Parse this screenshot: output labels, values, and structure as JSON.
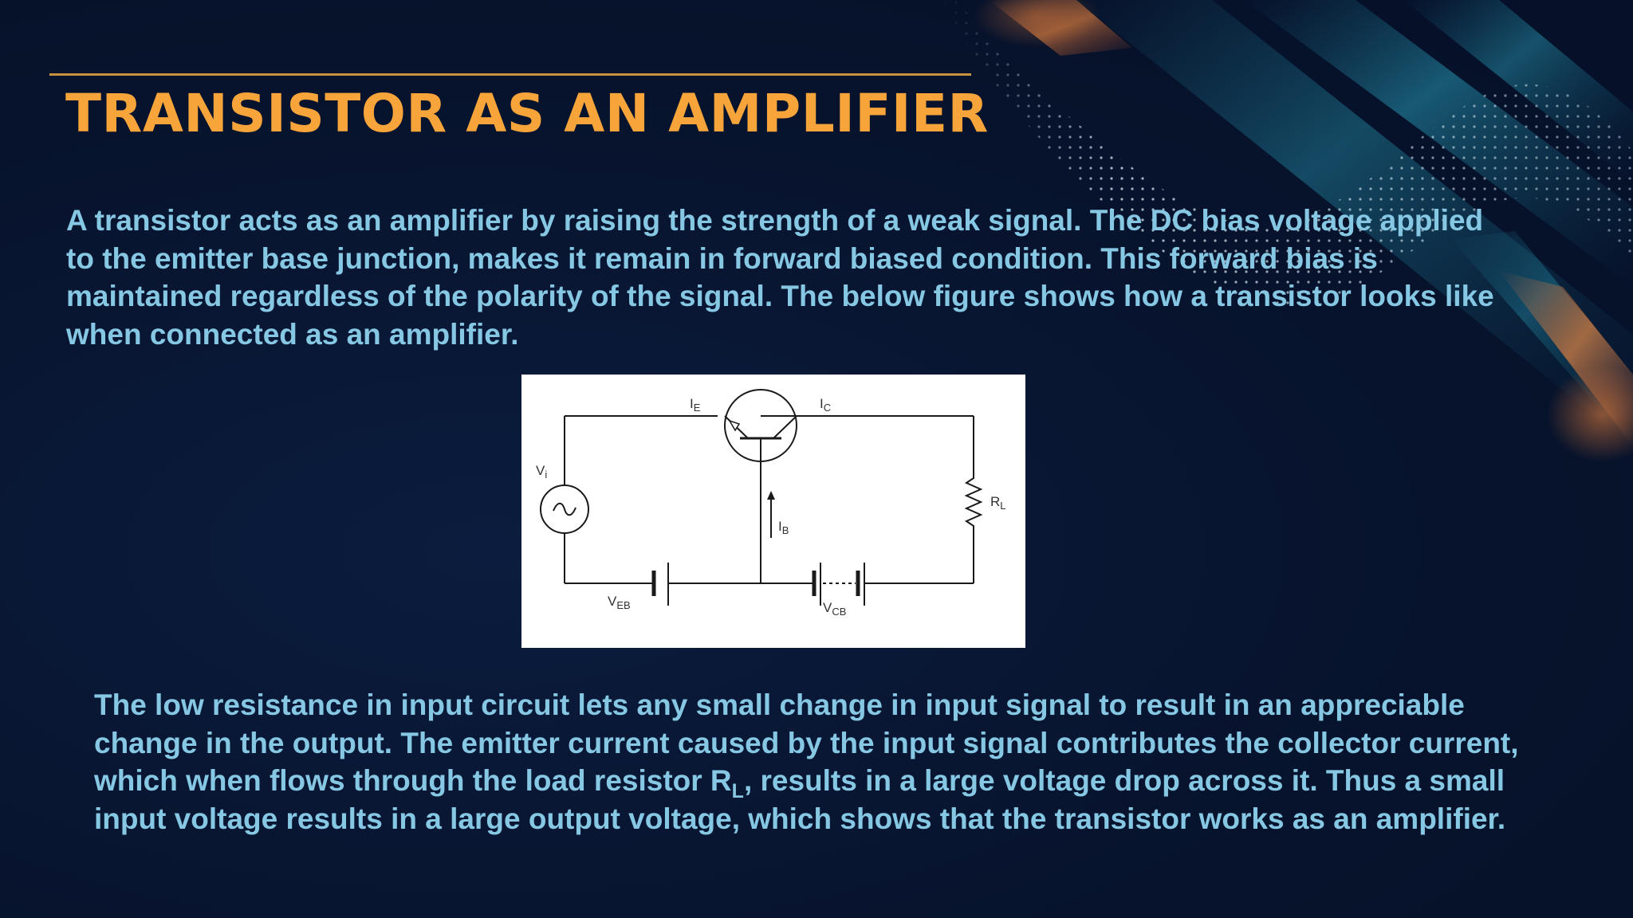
{
  "slide": {
    "title": "TRANSISTOR AS AN AMPLIFIER",
    "paragraph1": "A transistor acts as an amplifier by raising the strength of a weak signal. The DC bias voltage applied to the emitter base junction, makes it remain in forward biased condition. This forward bias is maintained regardless of the polarity of the signal. The below figure shows how a transistor looks like when connected as an amplifier.",
    "paragraph2": {
      "before": "The low resistance in input circuit lets any small change in input signal to result in an appreciable change in the output. The emitter current caused by the input signal contributes the collector current, which when flows through the load resistor R",
      "subscript": "L",
      "after": ", results in a large voltage drop across it. Thus a small input voltage results in a large output voltage, which shows that the transistor works as an amplifier."
    }
  },
  "diagram": {
    "labels": {
      "ie": "I",
      "ie_sub": "E",
      "ic": "I",
      "ic_sub": "C",
      "vi": "V",
      "vi_sub": "i",
      "ib": "I",
      "ib_sub": "B",
      "rl": "R",
      "rl_sub": "L",
      "veb": "V",
      "veb_sub": "EB",
      "vcb": "V",
      "vcb_sub": "CB"
    }
  },
  "colors": {
    "title": "#f7a53b",
    "body_text": "#86c8e4",
    "background": "#08142f",
    "rule": "#c9923f"
  }
}
